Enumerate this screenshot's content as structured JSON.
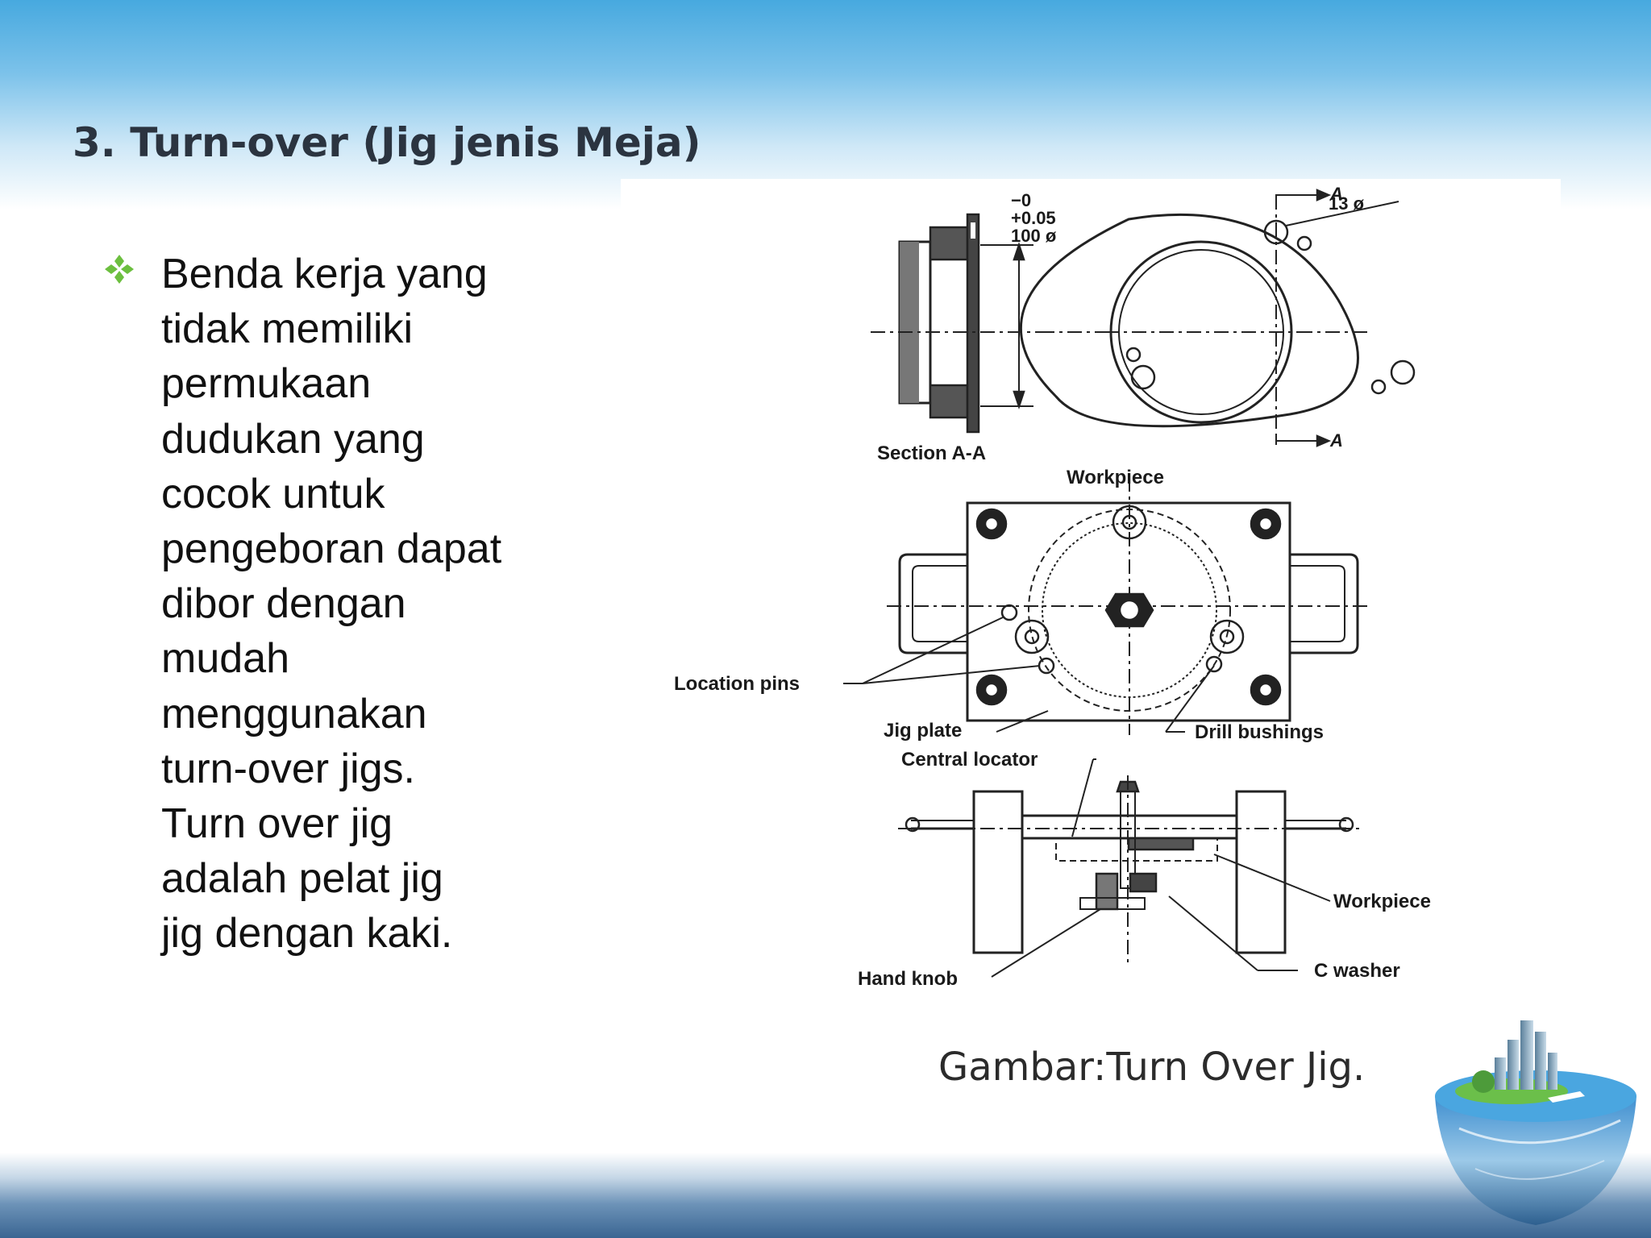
{
  "slide": {
    "title": "3. Turn-over (Jig jenis Meja)",
    "bullet_text": "Benda kerja yang\ntidak memiliki\npermukaan\ndudukan  yang\ncocok untuk\npengeboran dapat\ndibor dengan\nmudah\nmenggunakan\nturn-over jigs.\nTurn over jig\nadalah pelat  jig\njig dengan kaki.",
    "caption": "Gambar:Turn Over Jig."
  },
  "figure": {
    "dim_minus": "−0",
    "dim_plus": "+0.05",
    "dim_dia": "100 ø",
    "section_label": "Section A-A",
    "hole_label": "13 ø",
    "section_mark": "A",
    "workpiece_top": "Workpiece",
    "location_pins": "Location pins",
    "jig_plate": "Jig plate",
    "drill_bushings": "Drill bushings",
    "central_locator": "Central locator",
    "workpiece_side": "Workpiece",
    "c_washer": "C washer",
    "hand_knob": "Hand knob"
  },
  "icons": {
    "bullet": "four-diamond-bullet-icon",
    "globe": "city-globe-decoration"
  },
  "colors": {
    "title": "#2b3440",
    "bullet": "#6cbf3f",
    "header_band": "#47a9df",
    "footer_band": "#3a6592"
  }
}
